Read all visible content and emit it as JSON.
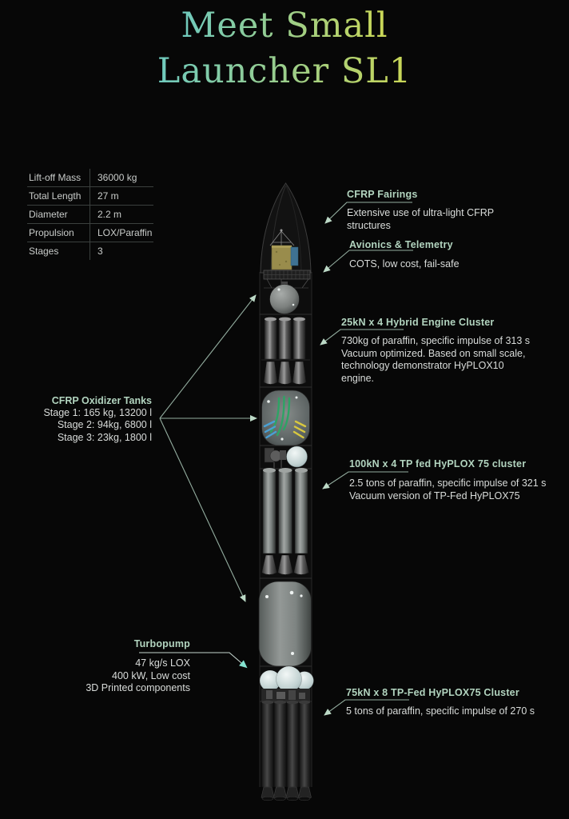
{
  "title": {
    "line1": "Meet Small",
    "line2": "Launcher SL1"
  },
  "spec_table": {
    "rows": [
      {
        "label": "Lift-off Mass",
        "value": "36000 kg"
      },
      {
        "label": "Total Length",
        "value": "27 m"
      },
      {
        "label": "Diameter",
        "value": "2.2 m"
      },
      {
        "label": "Propulsion",
        "value": "LOX/Paraffin"
      },
      {
        "label": "Stages",
        "value": "3"
      }
    ]
  },
  "callouts": {
    "cfrp_fairings": {
      "heading": "CFRP Fairings",
      "lines": [
        "Extensive use of ultra-light CFRP",
        "structures"
      ]
    },
    "avionics": {
      "heading": "Avionics & Telemetry",
      "lines": [
        "COTS, low cost, fail-safe"
      ]
    },
    "hybrid_cluster": {
      "heading": "25kN x 4 Hybrid Engine Cluster",
      "lines": [
        "730kg of paraffin, specific impulse of 313 s",
        "Vacuum optimized. Based on small scale,",
        "technology demonstrator HyPLOX10",
        "engine."
      ]
    },
    "oxidizer_tanks": {
      "heading": "CFRP Oxidizer Tanks",
      "lines": [
        "Stage 1: 165 kg, 13200 l",
        "Stage 2: 94kg, 6800 l",
        "Stage 3: 23kg, 1800 l"
      ]
    },
    "hyplox75_cluster": {
      "heading": "100kN x 4 TP fed HyPLOX 75 cluster",
      "lines": [
        "2.5 tons of paraffin, specific impulse of 321 s",
        "Vacuum version of TP-Fed HyPLOX75"
      ]
    },
    "turbopump": {
      "heading": "Turbopump",
      "lines": [
        "47 kg/s LOX",
        "400 kW, Low cost",
        "3D Printed components"
      ]
    },
    "stage1_cluster": {
      "heading": "75kN x 8 TP-Fed HyPLOX75 Cluster",
      "lines": [
        "5 tons of paraffin, specific impulse of 270 s"
      ]
    }
  },
  "colors": {
    "background": "#070707",
    "title_gradient_start": "#6fcabe",
    "title_gradient_end": "#ccd855",
    "heading_green": "#b2d4bf",
    "body_text": "#d9dcda",
    "table_text": "#c9ccca",
    "table_line": "#3b403e",
    "leader_line": "#93ad9f",
    "arrowhead": "#bcd9c6",
    "turbopump_arrowhead": "#84e2d0",
    "logo_green": "#2ea365",
    "logo_blue": "#49a0d5",
    "logo_yellow": "#d8c83f",
    "payload_gold": "#998c4c",
    "payload_blue_panel": "#3f7292"
  }
}
